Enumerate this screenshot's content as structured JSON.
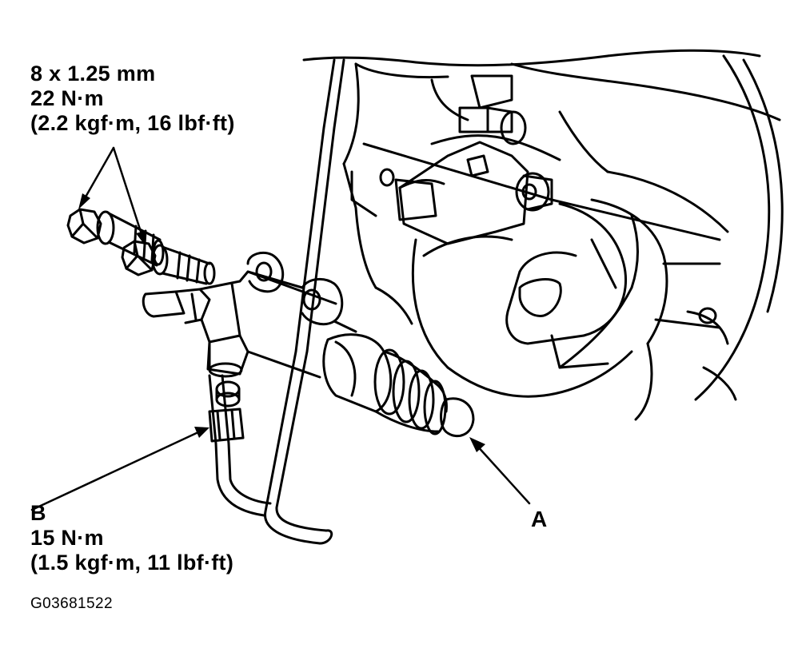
{
  "callouts": {
    "bolt": {
      "size": "8 x 1.25 mm",
      "torque": "22 N·m",
      "torque_alt": "(2.2 kgf·m, 16 lbf·ft)"
    },
    "fitting": {
      "letter": "B",
      "torque": "15 N·m",
      "torque_alt": "(1.5 kgf·m, 11 lbf·ft)"
    },
    "cylinder": {
      "letter": "A"
    }
  },
  "figure_id": "G03681522",
  "colors": {
    "ink": "#000000",
    "paper": "#ffffff"
  }
}
